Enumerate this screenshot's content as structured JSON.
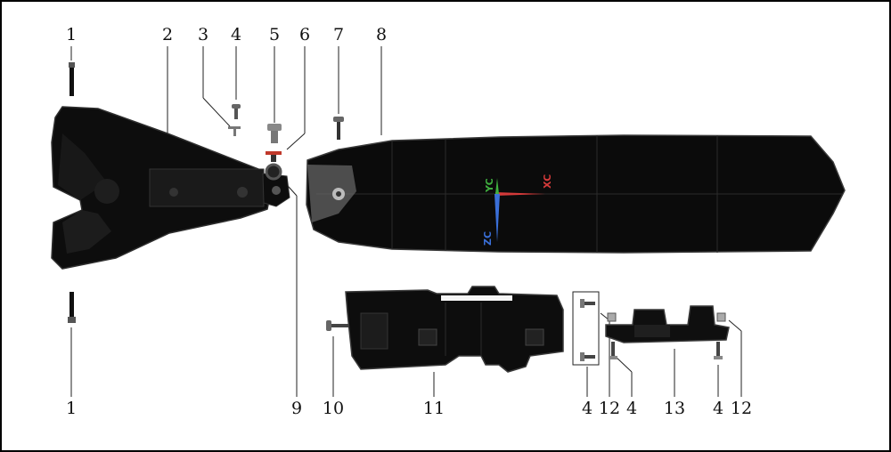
{
  "callouts": {
    "top": [
      "1",
      "2",
      "3",
      "4",
      "5",
      "6",
      "7",
      "8"
    ],
    "bottom": [
      "1",
      "9",
      "10",
      "11",
      "4",
      "12",
      "4",
      "13",
      "4",
      "12"
    ]
  },
  "axes": {
    "x": "XC",
    "y": "YC",
    "z": "ZC"
  },
  "colors": {
    "part": "#0b0b0b",
    "part_edge": "#3a3a3a",
    "axis_x": "#d33a3a",
    "axis_y": "#3fae3f",
    "axis_z": "#3a6fd8",
    "washer_red": "#c0392b"
  }
}
